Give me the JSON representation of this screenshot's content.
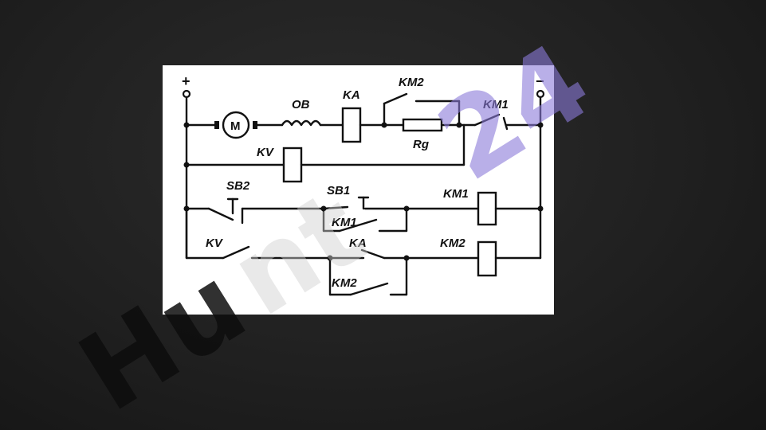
{
  "diagram": {
    "labels": {
      "plus": "+",
      "minus": "−",
      "motor": "M",
      "ov": "OB",
      "ka_coil": "KA",
      "km2_top": "KM2",
      "km1_top": "KM1",
      "rg": "Rg",
      "kv_coil": "KV",
      "sb2": "SB2",
      "sb1": "SB1",
      "km1_coil": "KM1",
      "km1_hold": "KM1",
      "kv_contact": "KV",
      "ka_contact": "KA",
      "km2_coil": "KM2",
      "km2_hold": "KM2"
    }
  },
  "watermark": {
    "dark_part": "Hu",
    "light_part": "nt",
    "purple_part": "24"
  },
  "colors": {
    "background": "#1e1e1e",
    "panel": "#ffffff",
    "ink": "#111111",
    "watermark_purple": "#8a7ad8"
  }
}
